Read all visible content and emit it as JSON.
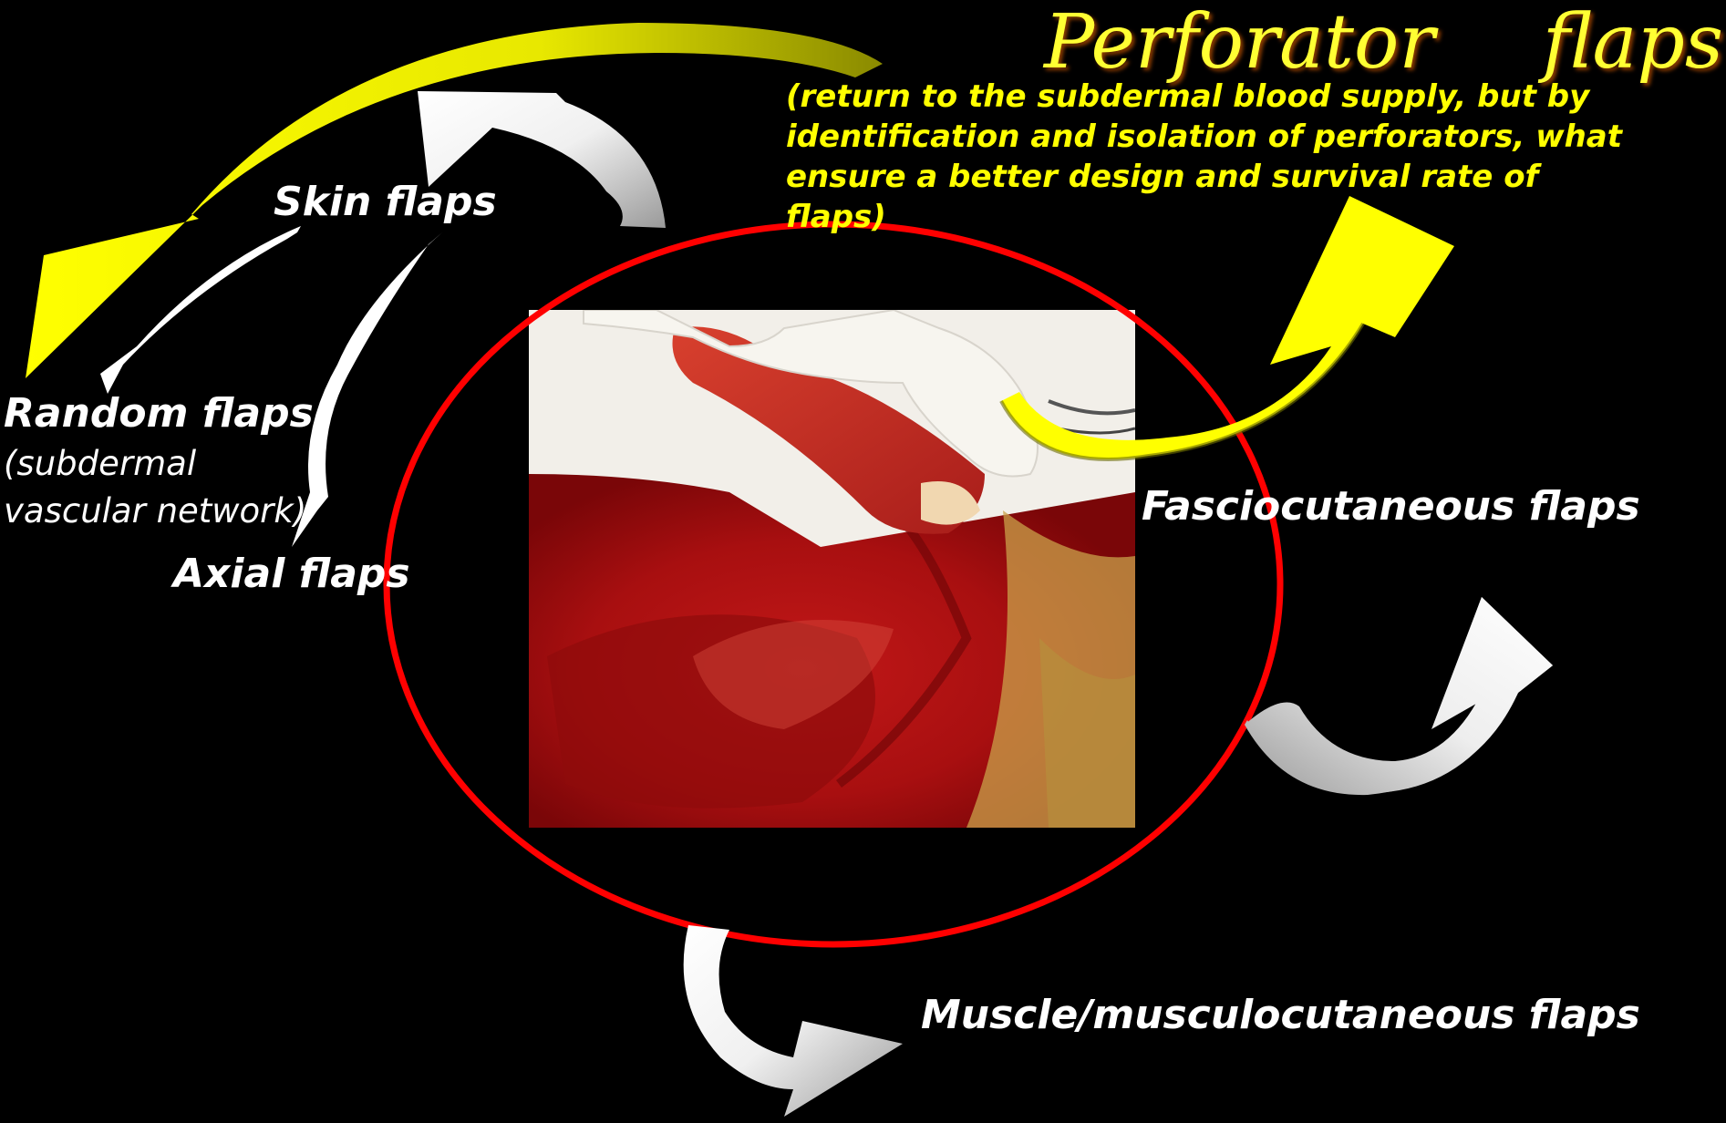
{
  "title": {
    "word1": "Perforator",
    "word2": "flaps",
    "description": "(return to the subdermal blood supply, but by\nidentification and isolation of perforators, what\nensure a better design and survival rate of\nflaps)"
  },
  "labels": {
    "skin_flaps": "Skin flaps",
    "random_flaps": "Random flaps",
    "random_sub_line1": "(subdermal",
    "random_sub_line2": "vascular network)",
    "axial_flaps": "Axial flaps",
    "fasciocutaneous_flaps": "Fasciocutaneous flaps",
    "muscle_flaps": "Muscle/musculocutaneous flaps"
  },
  "colors": {
    "background": "#000000",
    "ellipse": "#ff0000",
    "yellow_arrow": "#ffff00",
    "white_arrow": "#ffffff",
    "title": "#ffff33"
  }
}
